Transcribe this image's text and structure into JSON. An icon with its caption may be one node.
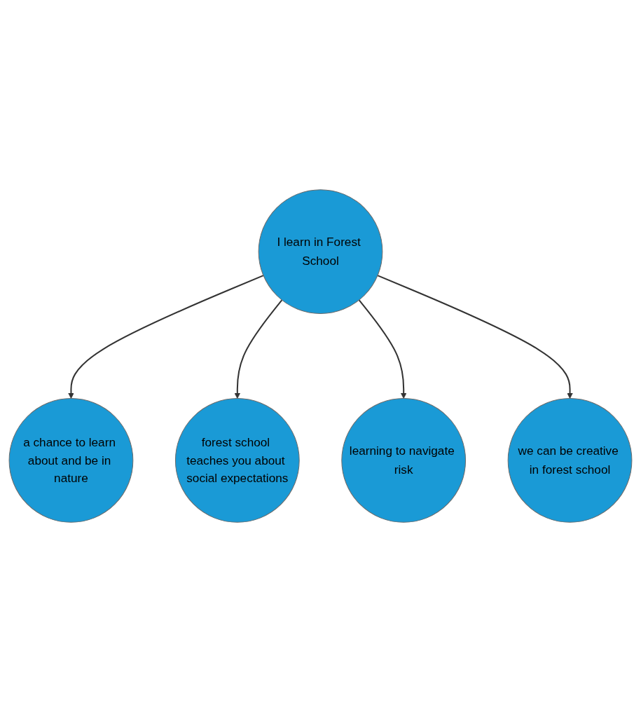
{
  "diagram": {
    "nodes": [
      {
        "text": [
          "a chance to learn about and be in nature"
        ]
      },
      {
        "text": [
          "forest school teaches you about social expectations"
        ]
      },
      {
        "text": [
          "I learn in Forest School"
        ]
      },
      {
        "text": [
          "learning to navigate risk"
        ]
      },
      {
        "text": [
          "we can be creative in forest school"
        ]
      }
    ],
    "edges": [
      {
        "from": 2,
        "to": 0,
        "arrow": "to"
      },
      {
        "from": 2,
        "to": 1,
        "arrow": "to"
      },
      {
        "from": 2,
        "to": 3,
        "arrow": "to"
      },
      {
        "from": 2,
        "to": 4,
        "arrow": "to"
      }
    ]
  }
}
